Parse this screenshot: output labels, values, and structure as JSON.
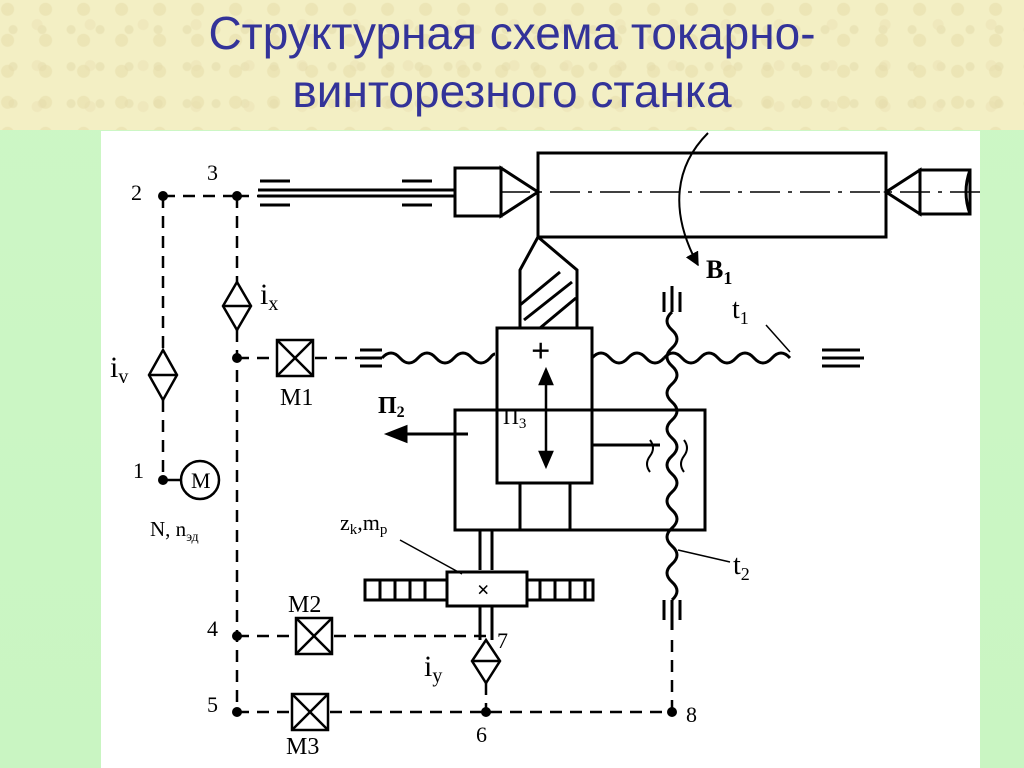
{
  "title": {
    "line1": "Структурная схема токарно-",
    "line2": "винторезного станка"
  },
  "diagram": {
    "nodes": {
      "n1": "1",
      "n2": "2",
      "n3": "3",
      "n4": "4",
      "n5": "5",
      "n6": "6",
      "n7": "7",
      "n8": "8"
    },
    "ix_main": "i",
    "ix_sub": "x",
    "iv_main": "i",
    "iv_sub": "v",
    "iy_main": "i",
    "iy_sub": "y",
    "motor": "M",
    "motor_params": "N, n",
    "motor_params_sub": "эд",
    "m1": "M1",
    "m2": "M2",
    "m3": "M3",
    "b1_main": "B",
    "b1_sub": "1",
    "t1_main": "t",
    "t1_sub": "1",
    "t2_main": "t",
    "t2_sub": "2",
    "p2_main": "П",
    "p2_sub": "2",
    "p3_main": "П",
    "p3_sub": "3",
    "zk_main": "z",
    "zk_sub": "k",
    "mp_main": ",m",
    "mp_sub": "p",
    "plus": "+",
    "cross": "×"
  },
  "colors": {
    "title_text": "#333399",
    "title_band": "#f3efc4",
    "background": "#c9f5c2",
    "panel": "#ffffff",
    "ink": "#000000"
  }
}
